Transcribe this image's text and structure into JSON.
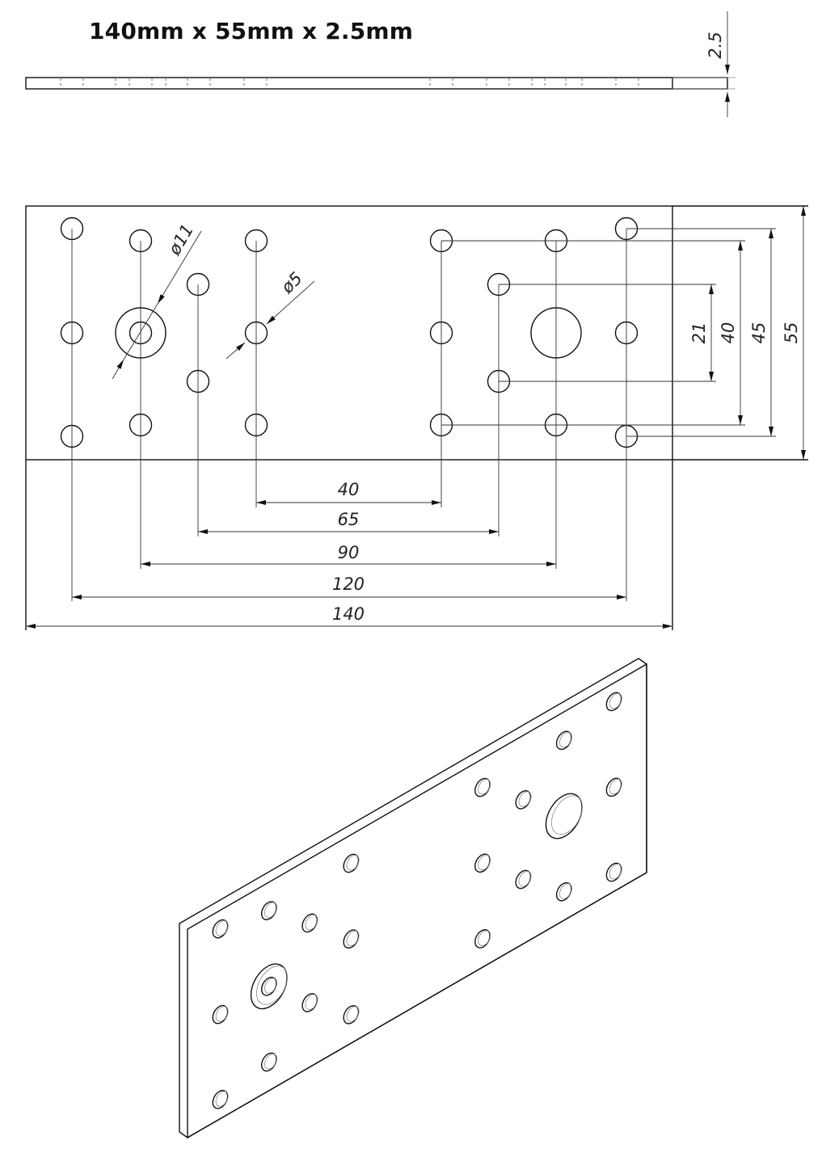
{
  "title": "140mm x 55mm x 2.5mm",
  "dimensions": {
    "thickness": "2.5",
    "width_overall": "55",
    "height_outer_holes": "45",
    "height_inner_holes": "40",
    "height_center_holes": "21",
    "length_overall": "140",
    "spacing_outer": "120",
    "spacing_second": "90",
    "spacing_third": "65",
    "spacing_inner": "40",
    "large_hole_diameter": "ø11",
    "small_hole_diameter": "ø5"
  },
  "colors": {
    "line": "#111111",
    "background": "#ffffff"
  }
}
